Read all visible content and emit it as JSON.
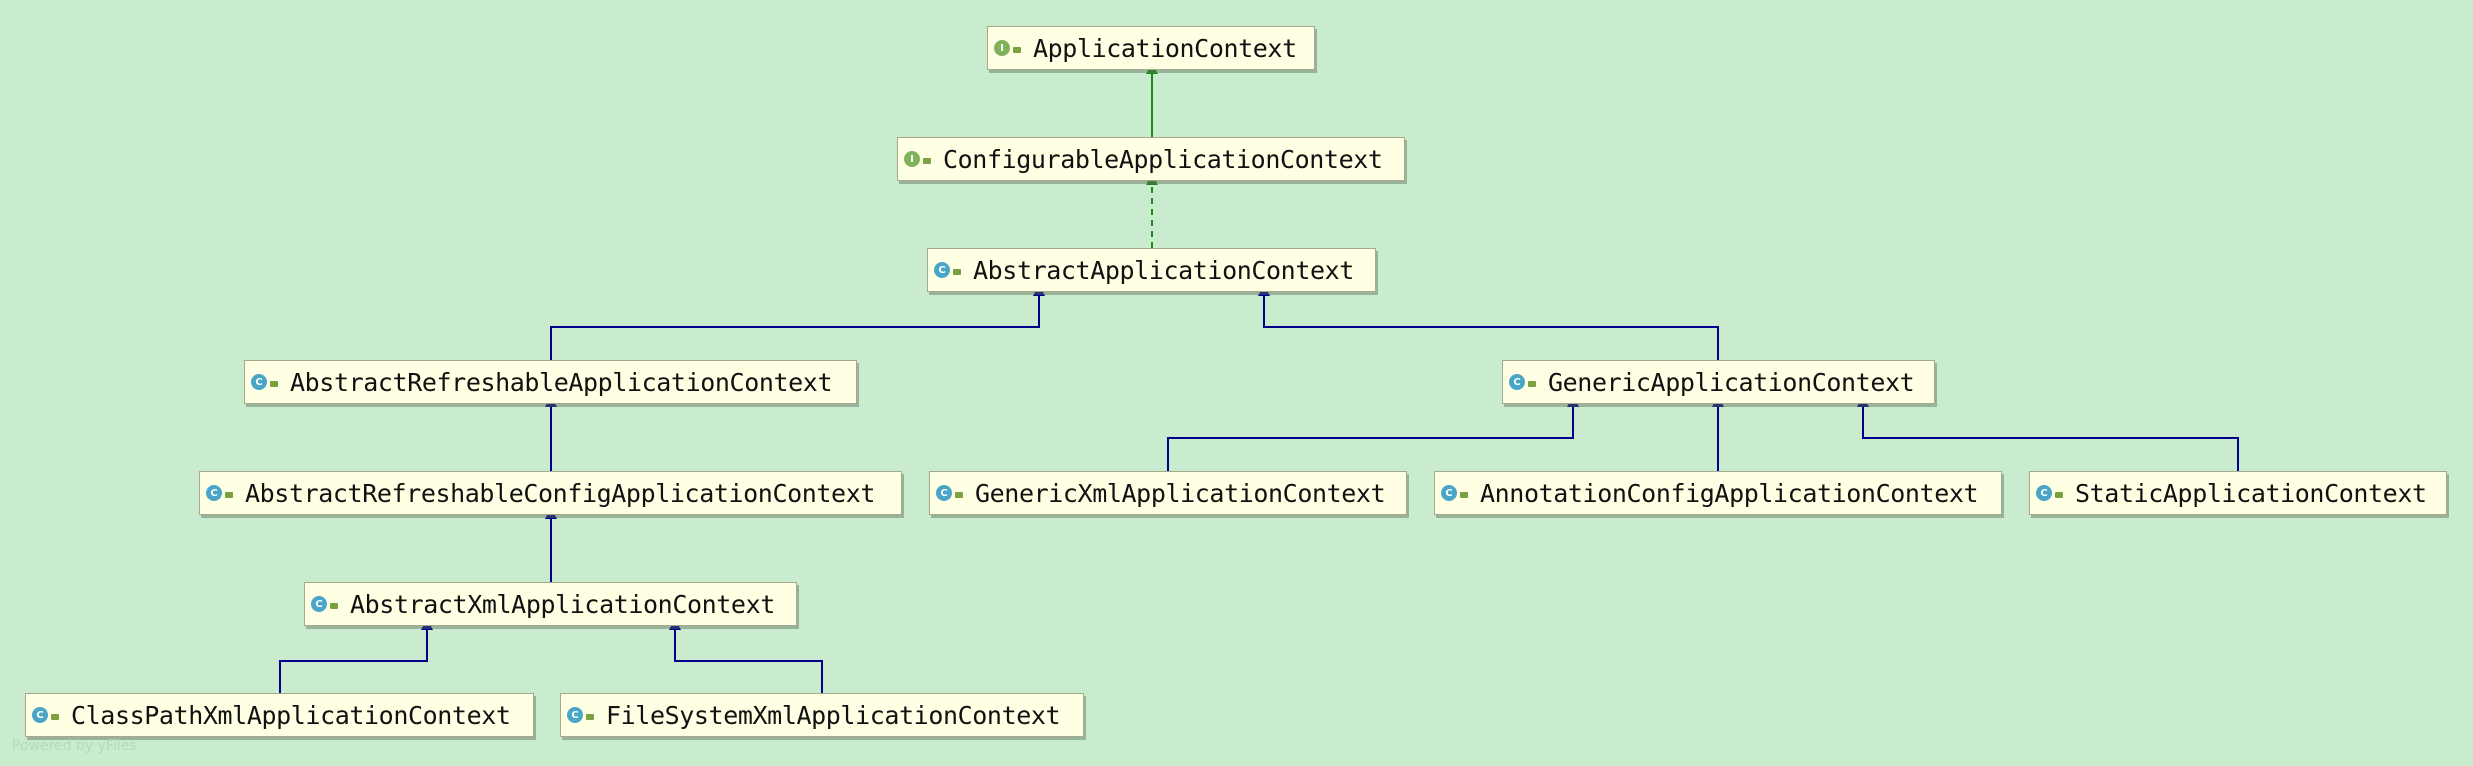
{
  "colors": {
    "background": "#c9ecce",
    "node_fill": "#ffffe4",
    "interface_icon": "#7fb25a",
    "class_icon": "#4aa6c9",
    "implements_edge": "#1b8a1b",
    "extends_edge": "#00008b"
  },
  "nodes": [
    {
      "id": "ApplicationContext",
      "label": "ApplicationContext",
      "kind": "interface",
      "icon": "interface-icon"
    },
    {
      "id": "ConfigurableApplicationContext",
      "label": "ConfigurableApplicationContext",
      "kind": "interface",
      "icon": "interface-icon"
    },
    {
      "id": "AbstractApplicationContext",
      "label": "AbstractApplicationContext",
      "kind": "class",
      "icon": "class-icon"
    },
    {
      "id": "AbstractRefreshableApplicationContext",
      "label": "AbstractRefreshableApplicationContext",
      "kind": "class",
      "icon": "class-icon"
    },
    {
      "id": "GenericApplicationContext",
      "label": "GenericApplicationContext",
      "kind": "class",
      "icon": "class-icon"
    },
    {
      "id": "AbstractRefreshableConfigApplicationContext",
      "label": "AbstractRefreshableConfigApplicationContext",
      "kind": "class",
      "icon": "class-icon"
    },
    {
      "id": "GenericXmlApplicationContext",
      "label": "GenericXmlApplicationContext",
      "kind": "class",
      "icon": "class-icon"
    },
    {
      "id": "AnnotationConfigApplicationContext",
      "label": "AnnotationConfigApplicationContext",
      "kind": "class",
      "icon": "class-icon"
    },
    {
      "id": "StaticApplicationContext",
      "label": "StaticApplicationContext",
      "kind": "class",
      "icon": "class-icon"
    },
    {
      "id": "AbstractXmlApplicationContext",
      "label": "AbstractXmlApplicationContext",
      "kind": "class",
      "icon": "class-icon"
    },
    {
      "id": "ClassPathXmlApplicationContext",
      "label": "ClassPathXmlApplicationContext",
      "kind": "class",
      "icon": "class-icon"
    },
    {
      "id": "FileSystemXmlApplicationContext",
      "label": "FileSystemXmlApplicationContext",
      "kind": "class",
      "icon": "class-icon"
    }
  ],
  "edges": [
    {
      "from": "ConfigurableApplicationContext",
      "to": "ApplicationContext",
      "type": "extends-interface"
    },
    {
      "from": "AbstractApplicationContext",
      "to": "ConfigurableApplicationContext",
      "type": "implements"
    },
    {
      "from": "AbstractRefreshableApplicationContext",
      "to": "AbstractApplicationContext",
      "type": "extends"
    },
    {
      "from": "GenericApplicationContext",
      "to": "AbstractApplicationContext",
      "type": "extends"
    },
    {
      "from": "AbstractRefreshableConfigApplicationContext",
      "to": "AbstractRefreshableApplicationContext",
      "type": "extends"
    },
    {
      "from": "AbstractXmlApplicationContext",
      "to": "AbstractRefreshableConfigApplicationContext",
      "type": "extends"
    },
    {
      "from": "GenericXmlApplicationContext",
      "to": "GenericApplicationContext",
      "type": "extends"
    },
    {
      "from": "AnnotationConfigApplicationContext",
      "to": "GenericApplicationContext",
      "type": "extends"
    },
    {
      "from": "StaticApplicationContext",
      "to": "GenericApplicationContext",
      "type": "extends"
    },
    {
      "from": "ClassPathXmlApplicationContext",
      "to": "AbstractXmlApplicationContext",
      "type": "extends"
    },
    {
      "from": "FileSystemXmlApplicationContext",
      "to": "AbstractXmlApplicationContext",
      "type": "extends"
    }
  ],
  "watermark": "Powered by yFiles"
}
